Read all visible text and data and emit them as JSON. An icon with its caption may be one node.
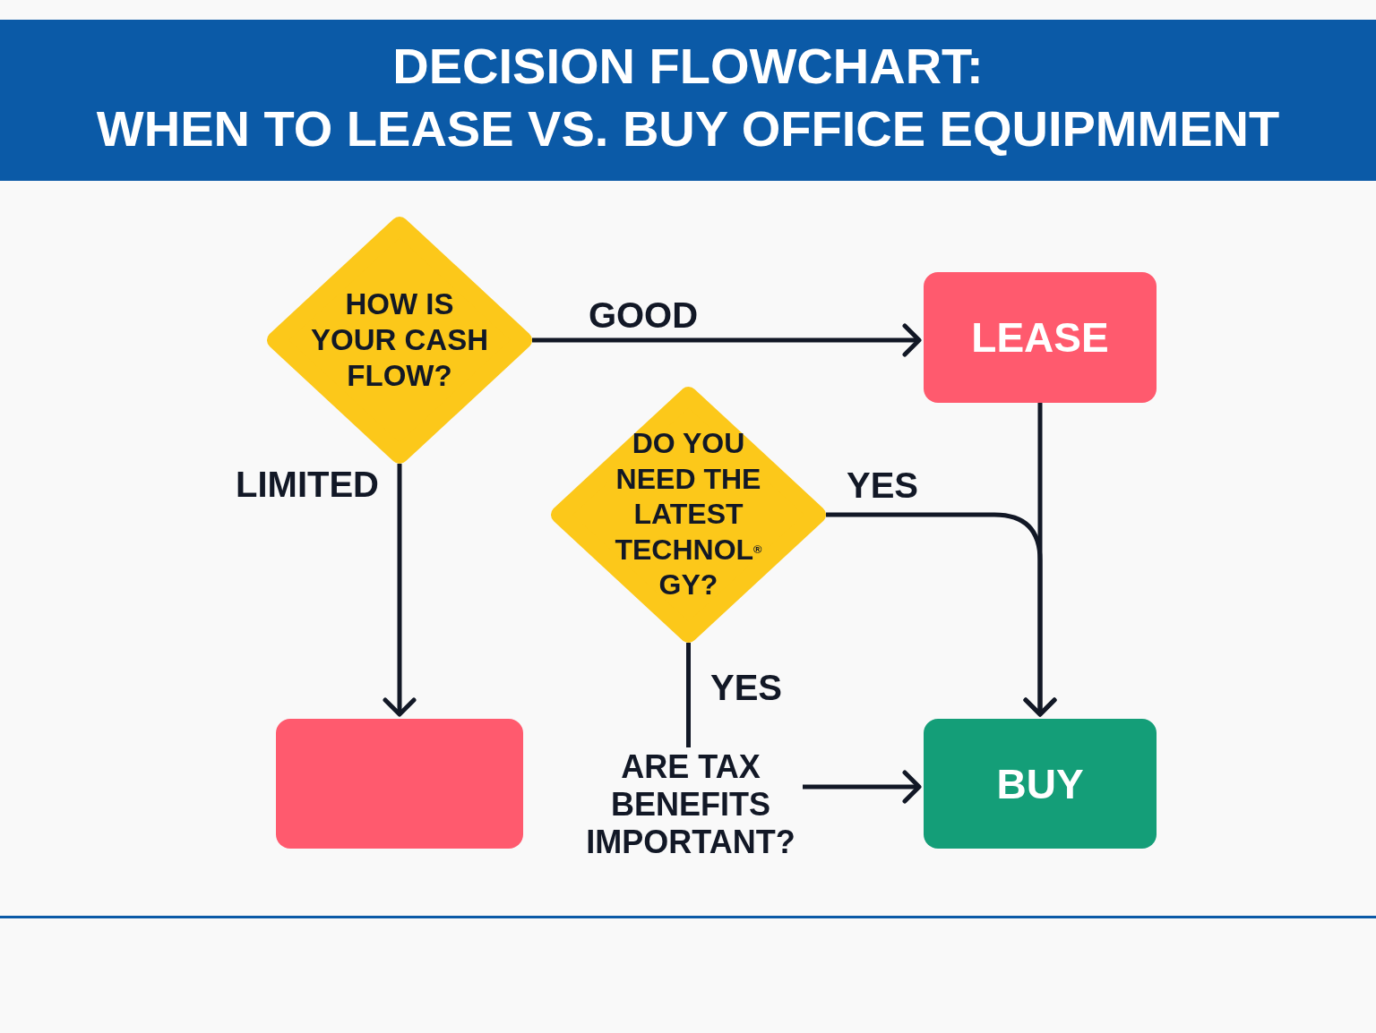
{
  "diagram": {
    "title": "DECISION FLOWCHART: WHEN TO LEASE VS. BUY OFFICE EQUIPMMENT",
    "nodes": [
      {
        "text": [
          "HOW IS YOUR CASH FLOW?"
        ]
      },
      {
        "text": [
          "LEASE"
        ]
      },
      {
        "text": [
          "DO YOU NEED THE LATEST TECHNOL$^{®}$ GY?"
        ]
      },
      {
        "text": [],
        "shape": "box"
      },
      {
        "text": [
          "ARE TAX BENEFITS IMPORTANT?"
        ]
      },
      {
        "text": [
          "BUY"
        ]
      }
    ],
    "edges": [
      {
        "from": 0,
        "to": 1,
        "arrow": "to",
        "label": "GOOD"
      },
      {
        "from": 0,
        "to": 3,
        "arrow": "to",
        "label": "LIMITED"
      },
      {
        "from": 1,
        "to": 5,
        "arrow": "to"
      },
      {
        "from": 2,
        "to": 5,
        "arrow": "to",
        "label": "YES"
      },
      {
        "from": 2,
        "to": 4,
        "arrow": "none",
        "label": "YES"
      },
      {
        "from": 4,
        "to": 5,
        "arrow": "to"
      }
    ]
  }
}
